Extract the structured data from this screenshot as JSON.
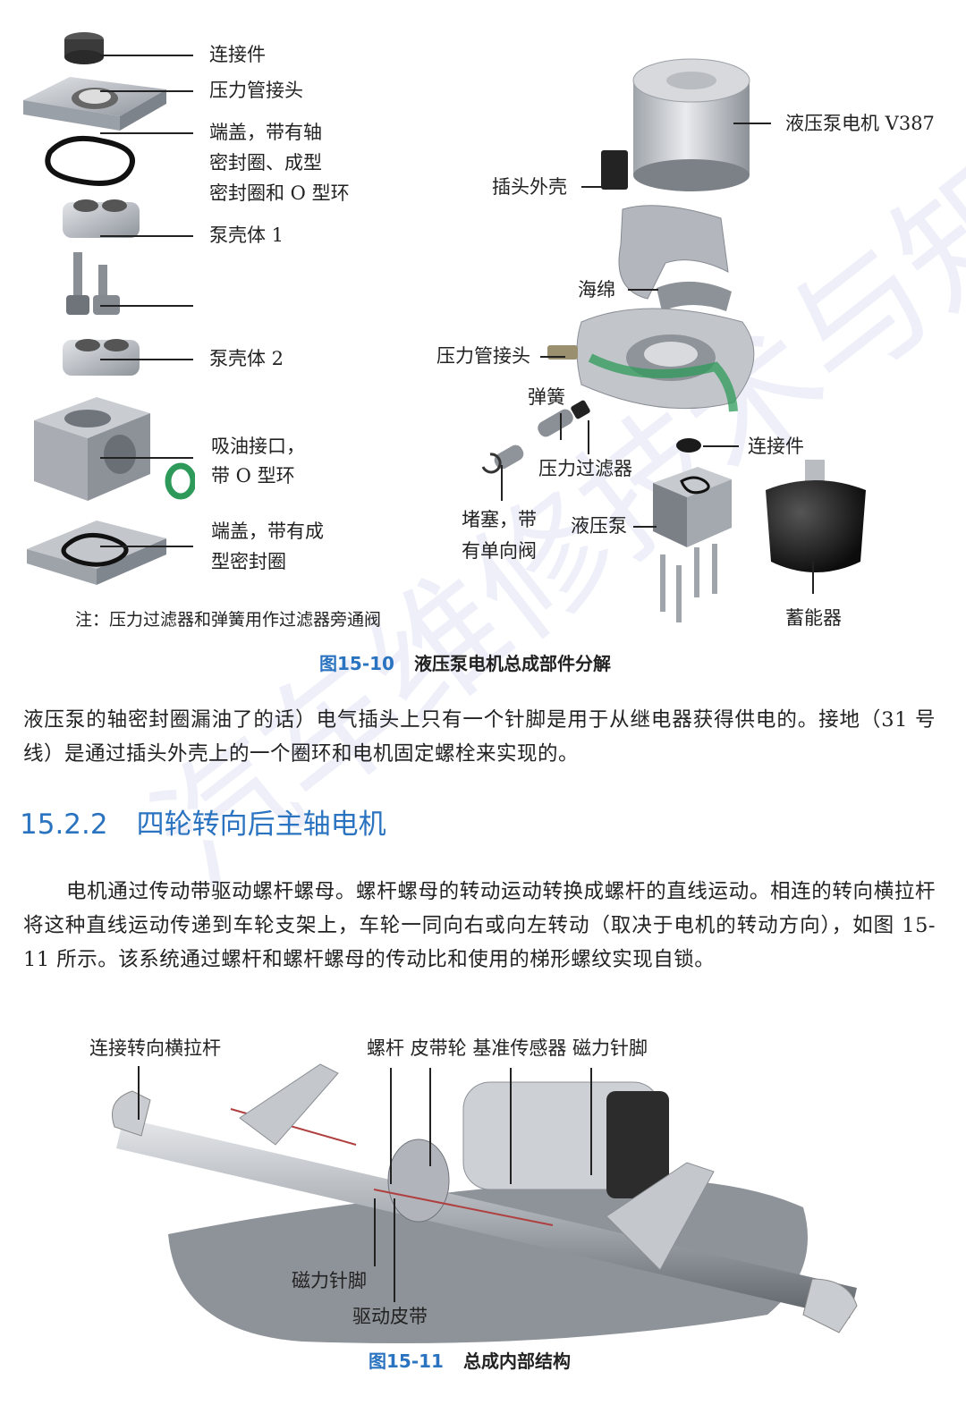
{
  "figure1": {
    "caption_number": "图15-10",
    "caption_title": "液压泵电机总成部件分解",
    "note": "注：压力过滤器和弹簧用作过滤器旁通阀",
    "left_labels": {
      "connector": "连接件",
      "pressure_fitting": "压力管接头",
      "end_cover_1": [
        "端盖，带有轴",
        "密封圈、成型",
        "密封圈和 O 型环"
      ],
      "pump_housing_1": "泵壳体 1",
      "pump_housing_2": "泵壳体 2",
      "suction_port": [
        "吸油接口，",
        "带 O 型环"
      ],
      "end_cover_2": [
        "端盖，带有成",
        "型密封圈"
      ]
    },
    "right_labels": {
      "motor": "液压泵电机 V387",
      "plug_housing": "插头外壳",
      "sponge": "海绵",
      "pressure_fitting": "压力管接头",
      "spring": "弹簧",
      "pressure_filter": "压力过滤器",
      "connector": "连接件",
      "plug_check_valve": [
        "堵塞，带",
        "有单向阀"
      ],
      "hydraulic_pump": "液压泵",
      "accumulator": "蓄能器"
    }
  },
  "body": {
    "paragraph1": "液压泵的轴密封圈漏油了的话）电气插头上只有一个针脚是用于从继电器获得供电的。接地（31 号线）是通过插头外壳上的一个圈环和电机固定螺栓来实现的。",
    "section_number": "15.2.2",
    "section_title": "四轮转向后主轴电机",
    "paragraph2": "电机通过传动带驱动螺杆螺母。螺杆螺母的转动运动转换成螺杆的直线运动。相连的转向横拉杆将这种直线运动传递到车轮支架上，车轮一同向右或向左转动（取决于电机的转动方向），如图 15-11 所示。该系统通过螺杆和螺杆螺母的传动比和使用的梯形螺纹实现自锁。"
  },
  "figure2": {
    "caption_number": "图15-11",
    "caption_title": "总成内部结构",
    "labels": {
      "tie_rod": "连接转向横拉杆",
      "top_row": "螺杆 皮带轮 基准传感器 磁力针脚",
      "magnetic_pin": "磁力针脚",
      "drive_belt": "驱动皮带"
    }
  },
  "watermark": "汽车维修技术与知识",
  "colors": {
    "accent": "#2a73c0",
    "metal": "#b8bcc2",
    "seal_green": "#2e9a5a"
  }
}
